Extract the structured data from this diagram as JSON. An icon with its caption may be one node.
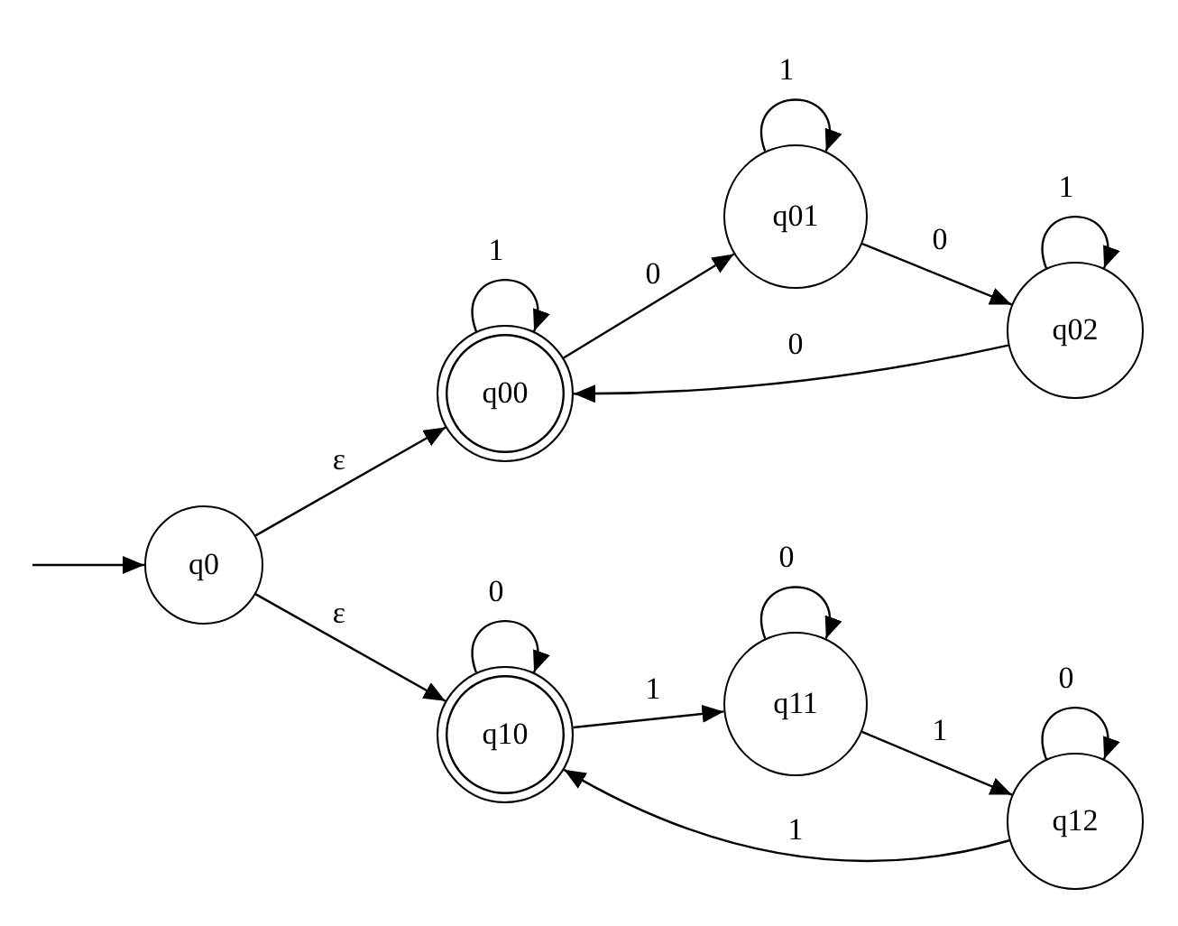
{
  "diagram": {
    "nodes": [
      {
        "text": [
          "q0"
        ]
      },
      {
        "text": [
          "q00"
        ]
      },
      {
        "text": [
          "q01"
        ]
      },
      {
        "text": [
          "q02"
        ]
      },
      {
        "text": [
          "q10"
        ]
      },
      {
        "text": [
          "q11"
        ]
      },
      {
        "text": [
          "q12"
        ]
      }
    ],
    "edges": [
      {
        "from": null,
        "to": 0,
        "arrow": "to"
      },
      {
        "from": 0,
        "to": 1,
        "arrow": "to",
        "label": "ε"
      },
      {
        "from": 0,
        "to": 4,
        "arrow": "to",
        "label": "ε"
      },
      {
        "from": 1,
        "to": 1,
        "arrow": "to",
        "label": "1"
      },
      {
        "from": 1,
        "to": 2,
        "arrow": "to",
        "label": "0"
      },
      {
        "from": 2,
        "to": 2,
        "arrow": "to",
        "label": "1"
      },
      {
        "from": 2,
        "to": 3,
        "arrow": "to",
        "label": "0"
      },
      {
        "from": 3,
        "to": 3,
        "arrow": "to",
        "label": "1"
      },
      {
        "from": 3,
        "to": 1,
        "arrow": "to",
        "label": "0"
      },
      {
        "from": 4,
        "to": 4,
        "arrow": "to",
        "label": "0"
      },
      {
        "from": 4,
        "to": 5,
        "arrow": "to",
        "label": "1"
      },
      {
        "from": 5,
        "to": 5,
        "arrow": "to",
        "label": "0"
      },
      {
        "from": 5,
        "to": 6,
        "arrow": "to",
        "label": "1"
      },
      {
        "from": 6,
        "to": 6,
        "arrow": "to",
        "label": "0"
      },
      {
        "from": 6,
        "to": 4,
        "arrow": "to",
        "label": "1"
      }
    ]
  }
}
